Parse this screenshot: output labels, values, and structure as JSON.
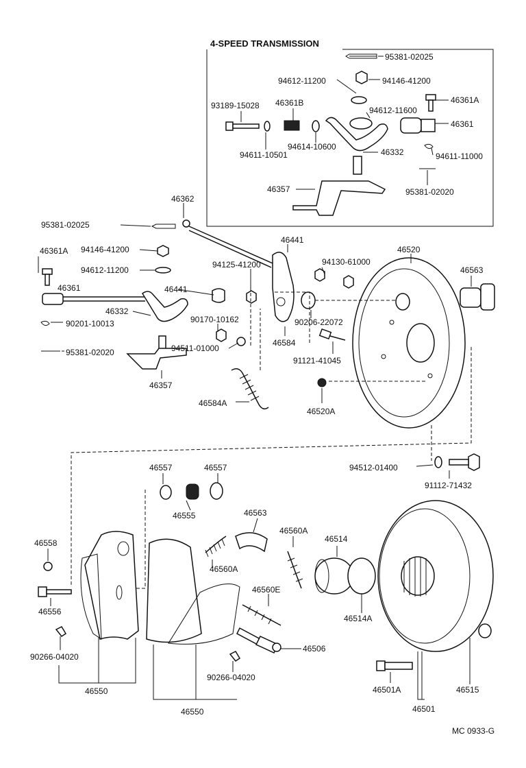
{
  "diagram": {
    "title": "4-SPEED TRANSMISSION",
    "code": "MC 0933-G"
  },
  "labels": [
    "95381-02025",
    "94146-41200",
    "94612-11200",
    "46361A",
    "93189-15028",
    "46361B",
    "94612-11600",
    "46361",
    "94614-10600",
    "46332",
    "94611-10501",
    "94611-11000",
    "46357",
    "95381-02020",
    "46362",
    "95381-02025",
    "46441",
    "46520",
    "46563",
    "46361A",
    "94146-41200",
    "94612-11200",
    "94125-41200",
    "94130-61000",
    "46361",
    "46441",
    "46332",
    "90170-10162",
    "90206-22072",
    "90201-10013",
    "94511-01000",
    "46584",
    "91121-41045",
    "95381-02020",
    "46357",
    "46584A",
    "46520A",
    "94512-01400",
    "91112-71432",
    "46557",
    "46557",
    "46555",
    "46563",
    "46558",
    "46560A",
    "46514",
    "46560A",
    "46556",
    "46560E",
    "46514A",
    "90266-04020",
    "46506",
    "90266-04020",
    "46501A",
    "46515",
    "46550",
    "46550",
    "46501"
  ]
}
